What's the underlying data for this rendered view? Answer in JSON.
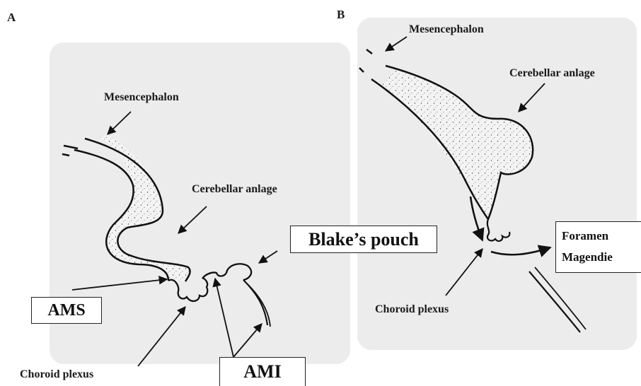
{
  "panels": {
    "a": {
      "letter": "A",
      "mesencephalon": "Mesencephalon",
      "cerebellar_anlage": "Cerebellar anlage",
      "blakes_pouch": "Blake’s pouch",
      "ams": "AMS",
      "choroid_plexus": "Choroid plexus",
      "ami": "AMI"
    },
    "b": {
      "letter": "B",
      "mesencephalon": "Mesencephalon",
      "cerebellar_anlage": "Cerebellar anlage",
      "foramen_line1": "Foramen",
      "foramen_line2": "Magendie",
      "choroid_plexus": "Choroid plexus"
    }
  },
  "colors": {
    "outline": "#111111",
    "stipple": "#333333",
    "panel_background": "#ededed"
  }
}
